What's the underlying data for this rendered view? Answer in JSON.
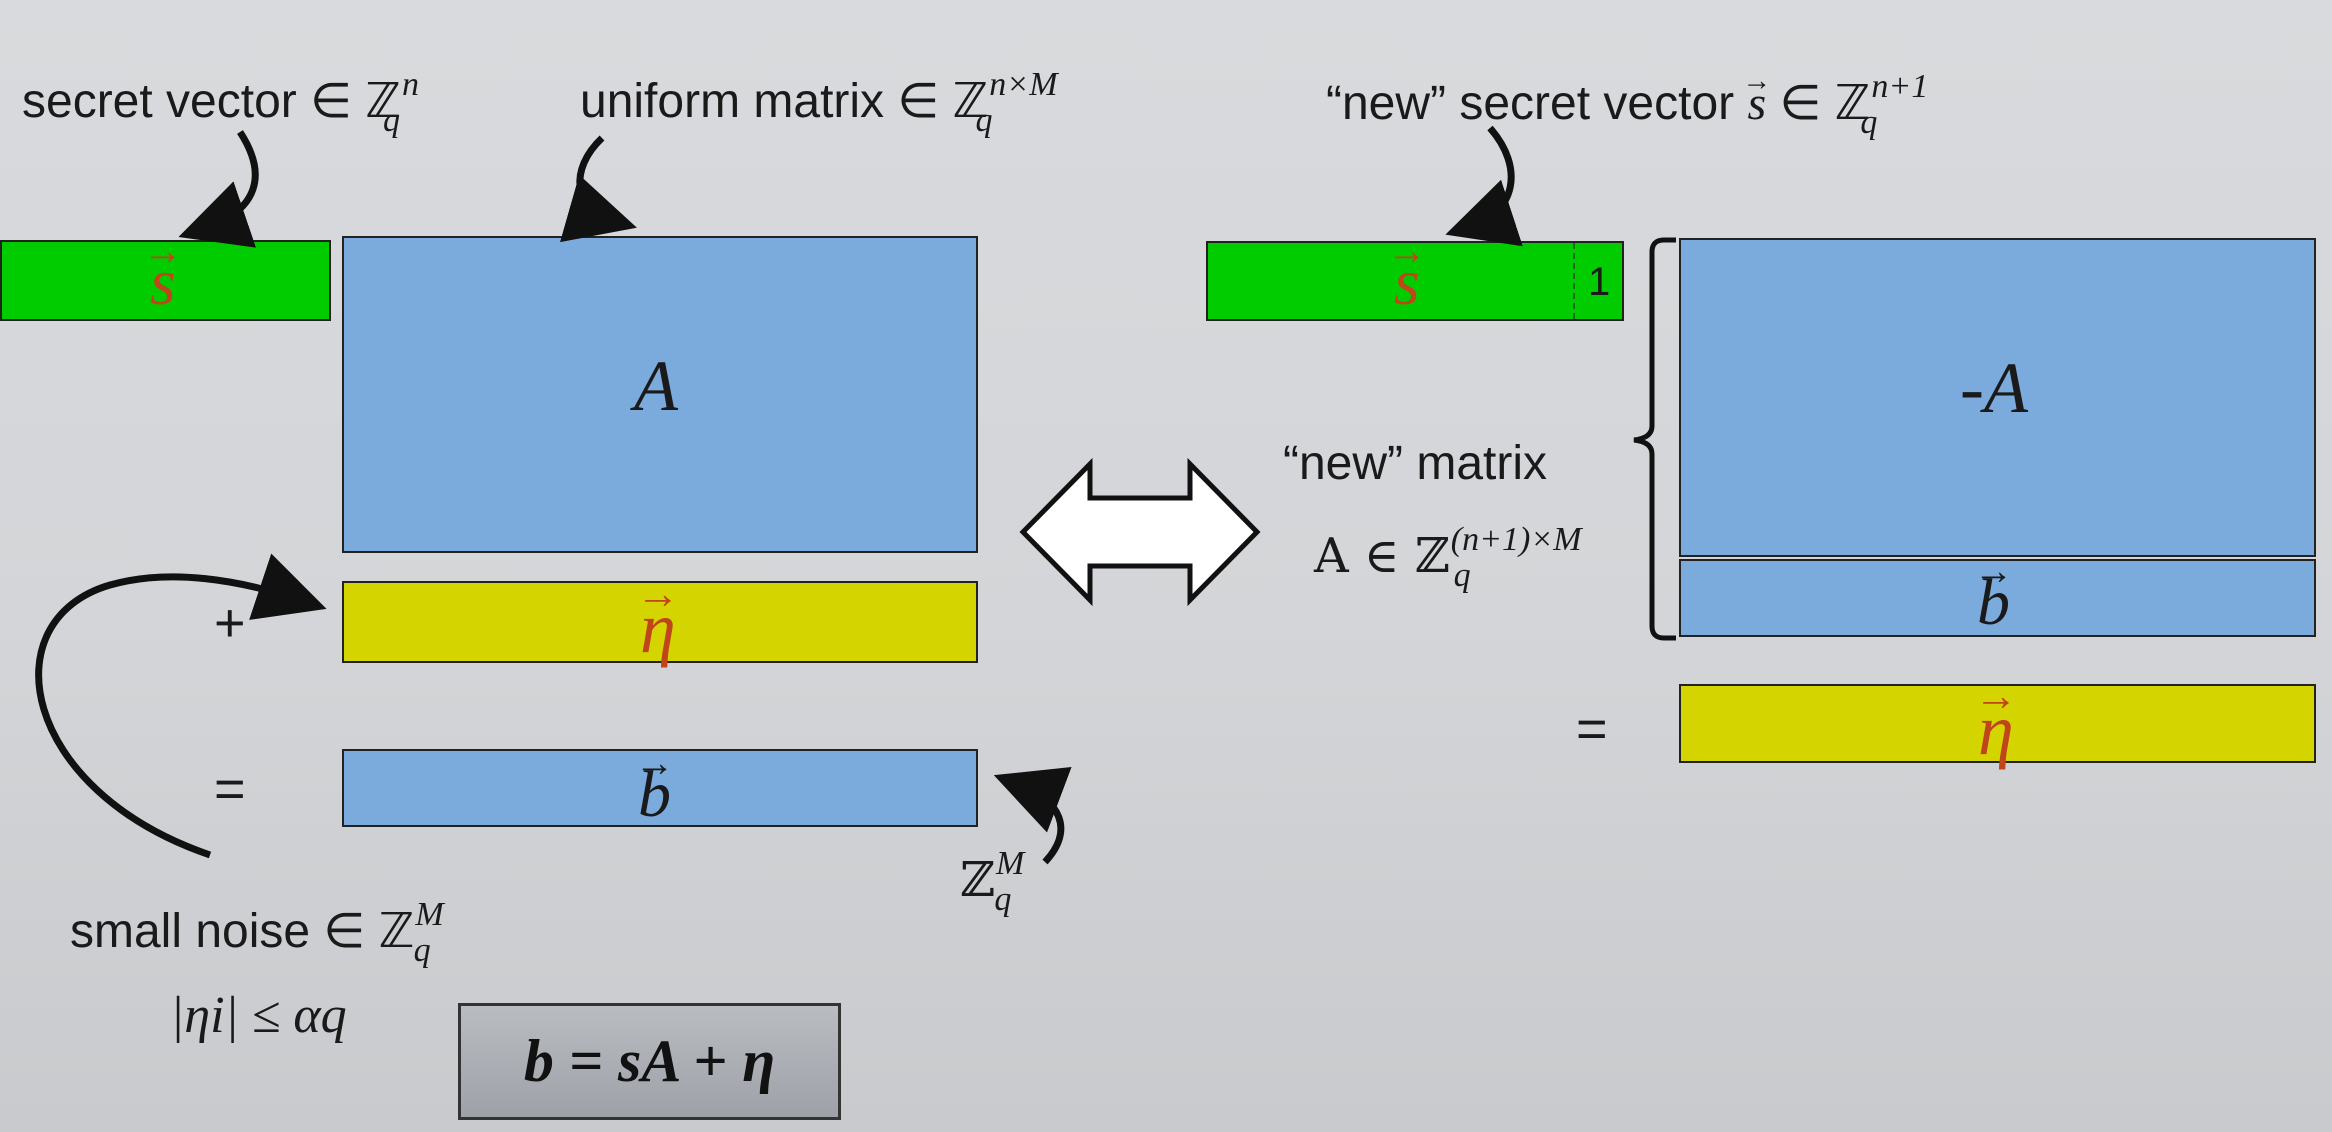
{
  "left": {
    "secret_label": "secret vector ∈ ℤ",
    "secret_sup": "n",
    "secret_sub": "q",
    "matrix_label": "uniform matrix ∈ ℤ",
    "matrix_sup": "n×M",
    "matrix_sub": "q",
    "s_symbol": "s",
    "a_symbol": "A",
    "eta_symbol": "η",
    "b_symbol": "b",
    "plus": "+",
    "equals": "=",
    "b_set": "ℤ",
    "b_set_sup": "M",
    "b_set_sub": "q",
    "noise_label": "small noise ∈ ℤ",
    "noise_sup": "M",
    "noise_sub": "q",
    "noise_bound": "|ηi| ≤ αq",
    "formula": "b = sA + η"
  },
  "right": {
    "secret_label": "“new” secret vector ",
    "secret_vec": "s",
    "secret_in": " ∈ ℤ",
    "secret_sup": "n+1",
    "secret_sub": "q",
    "s_symbol": "s",
    "one": "1",
    "new_matrix_label": "“new” matrix",
    "new_matrix_set": "A ∈ ℤ",
    "new_matrix_sup": "(n+1)×M",
    "new_matrix_sub": "q",
    "neg_a_symbol": "-A",
    "b_symbol": "b",
    "equals": "=",
    "eta_symbol": "η"
  },
  "colors": {
    "green": "#00cc00",
    "blue": "#7baadc",
    "yellow": "#d4d400",
    "symbol_red": "#c0451a"
  }
}
